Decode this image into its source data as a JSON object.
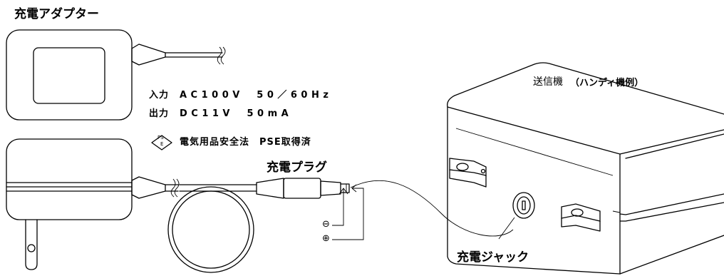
{
  "adapter": {
    "title": "充電アダプター",
    "input_label": "入力",
    "input_value": "AC100V　50／60Hz",
    "output_label": "出力",
    "output_value": "DC11V　50mA",
    "pse_mark_top": "PS",
    "pse_mark_bottom": "E",
    "pse_text": "電気用品安全法　PSE取得済"
  },
  "plug": {
    "label": "充電プラグ",
    "minus_symbol": "⊖",
    "plus_symbol": "⊕"
  },
  "transmitter": {
    "label": "送信機",
    "note": "（ハンディ機例）",
    "jack_label": "充電ジャック"
  }
}
